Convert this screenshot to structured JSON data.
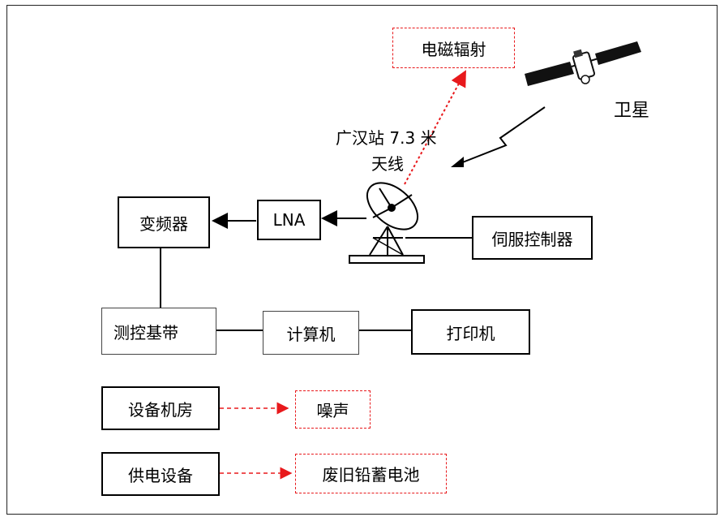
{
  "diagram": {
    "emission_box": "电磁辐射",
    "satellite_label": "卫星",
    "antenna_label_line1": "广汉站 7.3 米",
    "antenna_label_line2": "天线",
    "converter_box": "变频器",
    "lna_box": "LNA",
    "servo_box": "伺服控制器",
    "baseband_box": "测控基带",
    "computer_box": "计算机",
    "printer_box": "打印机",
    "equipment_room_box": "设备机房",
    "noise_box": "噪声",
    "power_equipment_box": "供电设备",
    "battery_box": "废旧铅蓄电池"
  },
  "colors": {
    "line": "#000000",
    "emission_dashed": "#e8191c"
  }
}
